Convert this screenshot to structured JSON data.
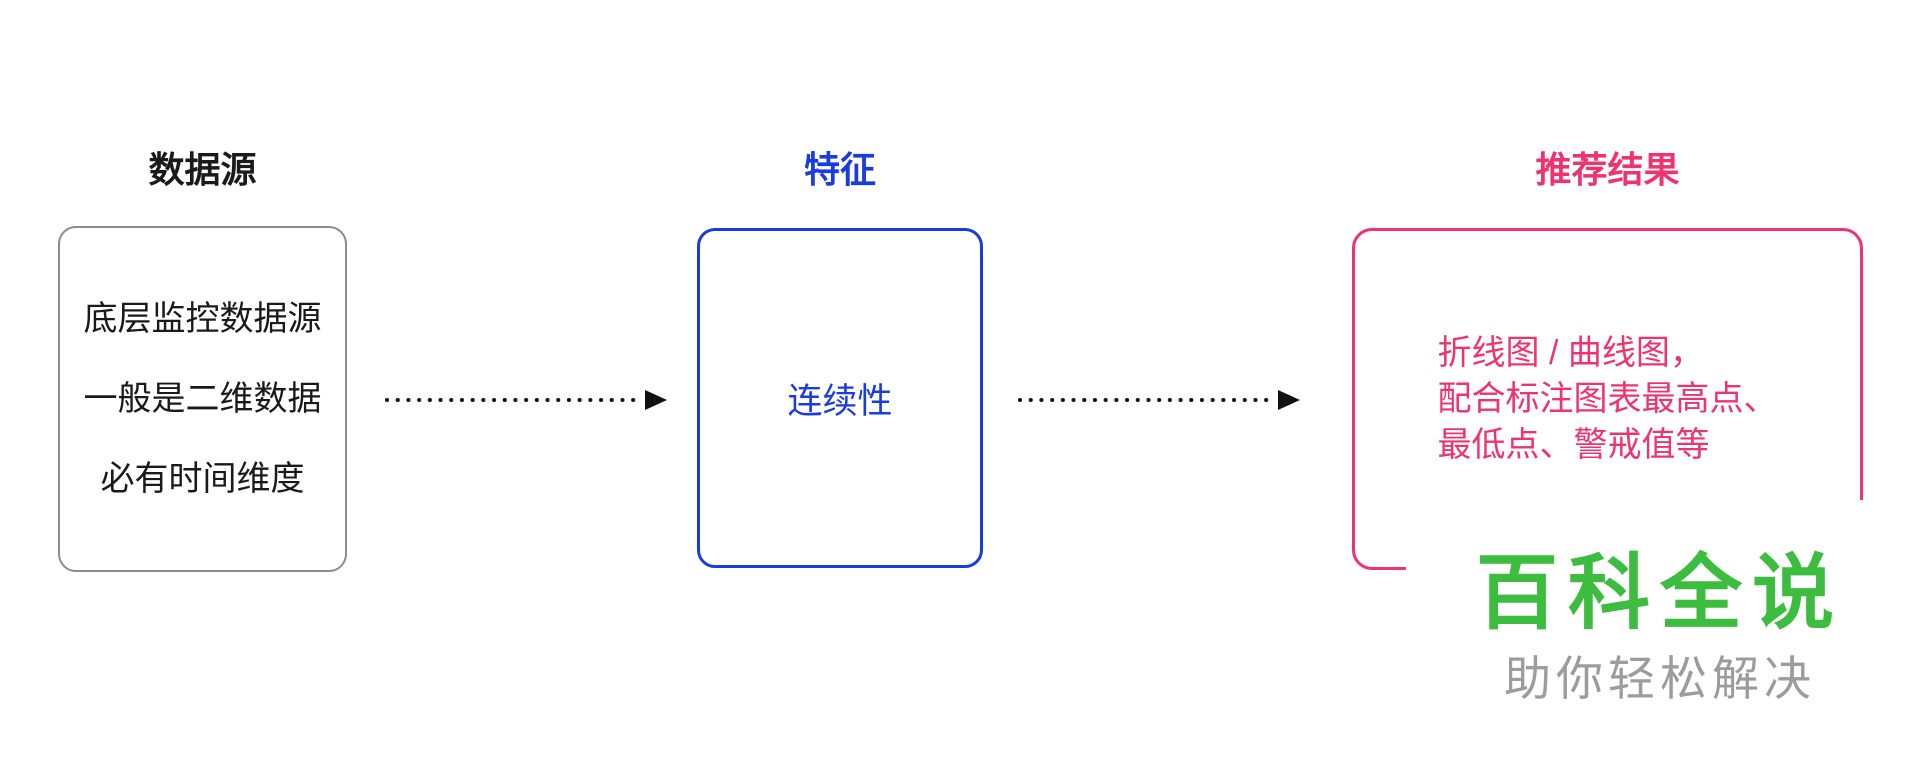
{
  "diagram": {
    "columns": [
      {
        "id": "source",
        "title": "数据源",
        "lines": [
          "底层监控数据源",
          "一般是二维数据",
          "必有时间维度"
        ]
      },
      {
        "id": "feature",
        "title": "特征",
        "lines": [
          "连续性"
        ]
      },
      {
        "id": "result",
        "title": "推荐结果",
        "lines": [
          "折线图 / 曲线图，",
          "配合标注图表最高点、",
          "最低点、警戒值等"
        ]
      }
    ],
    "arrows": [
      {
        "icon": "dotted-arrow-right-icon",
        "from": "source",
        "to": "feature"
      },
      {
        "icon": "dotted-arrow-right-icon",
        "from": "feature",
        "to": "result"
      }
    ]
  },
  "watermark": {
    "brand": "百科全说",
    "tagline": "助你轻松解决"
  },
  "colors": {
    "background": "#ffffff",
    "title-black": "#1a1a1a",
    "box-gray-border": "#8c8c8c",
    "blue": "#1a3be0",
    "pink": "#ee3370",
    "arrow-black": "#111111",
    "brand-green": "#3cbd40",
    "tagline-gray": "#9c9c9c"
  }
}
